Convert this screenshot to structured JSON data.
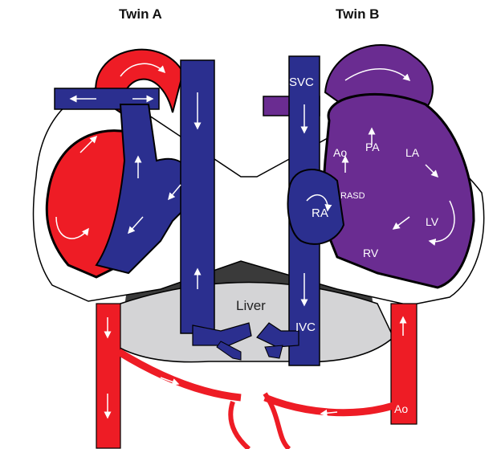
{
  "titles": {
    "twin_a": "Twin A",
    "twin_b": "Twin B"
  },
  "labels": {
    "svc": "SVC",
    "pa": "PA",
    "ao_top": "Ao",
    "la": "LA",
    "rasd": "RASD",
    "ra": "RA",
    "lv": "LV",
    "rv": "RV",
    "liver": "Liver",
    "ivc": "IVC",
    "ao_bottom": "Ao"
  },
  "colors": {
    "oxygenated": "#ee1c25",
    "deoxygenated": "#2b2f8f",
    "mixed": "#6a2c91",
    "liver": "#d4d4d6",
    "diaphragm": "#3a3a3a",
    "outline": "#000000",
    "arrow": "#ffffff"
  }
}
